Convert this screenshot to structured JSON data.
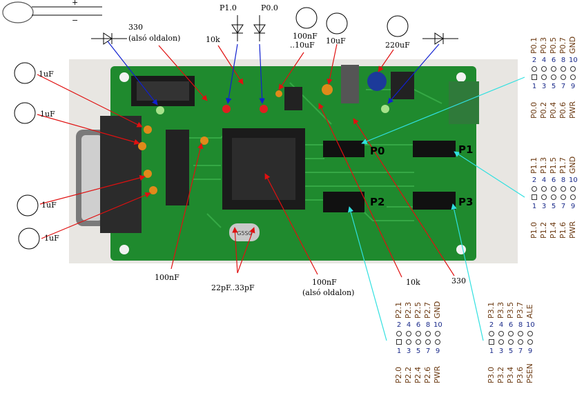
{
  "labels": {
    "r330": "330",
    "r330_note": "(alsó oldalon)",
    "p10": "P1.0",
    "p00": "P0.0",
    "r10k_top": "10k",
    "c100n_top": "100nF",
    "c100n_top2": "..10uF",
    "c10u": "10uF",
    "c220u": "220uF",
    "c1u_a": "1uF",
    "c1u_b": "1uF",
    "c1u_c": "1uF",
    "c1u_d": "1uF",
    "c100n_bottom": "100nF",
    "c22p": "22pF..33pF",
    "c100n_under": "100nF",
    "c100n_under_note": "(alsó oldalon)",
    "r10k_bottom": "10k",
    "r330_bottom": "330",
    "plus": "+",
    "minus": "−"
  },
  "ports": {
    "p0": "P0",
    "p1": "P1",
    "p2": "P2",
    "p3": "P3"
  },
  "headers": {
    "p0": {
      "top": [
        "P0.1",
        "P0.3",
        "P0.5",
        "P0.7",
        "GND"
      ],
      "bottom": [
        "P0.0",
        "P0.2",
        "P0.4",
        "P0.6",
        "PWR"
      ]
    },
    "p1": {
      "top": [
        "P1.1",
        "P1.3",
        "P1.5",
        "P1.7",
        "GND"
      ],
      "bottom": [
        "P1.0",
        "P1.2",
        "P1.4",
        "P1.6",
        "PWR"
      ]
    },
    "p2": {
      "top": [
        "P2.1",
        "P2.3",
        "P2.5",
        "P2.7",
        "GND"
      ],
      "bottom": [
        "P2.0",
        "P2.2",
        "P2.4",
        "P2.6",
        "PWR"
      ]
    },
    "p3": {
      "top": [
        "P3.1",
        "P3.3",
        "P3.5",
        "P3.7",
        "ALE"
      ],
      "bottom": [
        "P3.0",
        "P3.2",
        "P3.4",
        "P3.6",
        "PSEN"
      ]
    },
    "even": [
      "2",
      "4",
      "6",
      "8",
      "10"
    ],
    "odd": [
      "1",
      "3",
      "5",
      "7",
      "9"
    ]
  },
  "crystal_marking": "G5S0",
  "colors": {
    "pcb": "#1f8a2e",
    "pcb_dark": "#15661f",
    "trace": "#35a845",
    "arrow_red": "#e01010",
    "arrow_blue": "#1020d0",
    "arrow_cyan": "#30e0e0",
    "pin_name": "#6b3a12",
    "pin_num": "#1a2a8a"
  }
}
